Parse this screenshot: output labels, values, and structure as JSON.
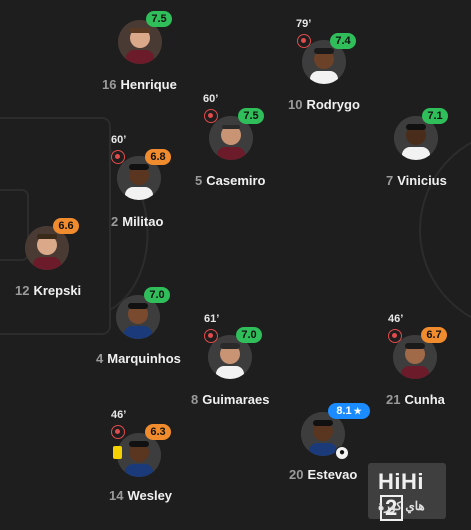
{
  "players": [
    {
      "number": "16",
      "name": "Henrique",
      "rating": "7.5",
      "rating_color": "green"
    },
    {
      "number": "10",
      "name": "Rodrygo",
      "rating": "7.4",
      "rating_color": "green",
      "sub_minute": "79’"
    },
    {
      "number": "5",
      "name": "Casemiro",
      "rating": "7.5",
      "rating_color": "green",
      "sub_minute": "60’"
    },
    {
      "number": "7",
      "name": "Vinicius",
      "rating": "7.1",
      "rating_color": "green"
    },
    {
      "number": "2",
      "name": "Militao",
      "rating": "6.8",
      "rating_color": "orange",
      "sub_minute": "60’"
    },
    {
      "number": "12",
      "name": "Krepski",
      "rating": "6.6",
      "rating_color": "orange"
    },
    {
      "number": "4",
      "name": "Marquinhos",
      "rating": "7.0",
      "rating_color": "green"
    },
    {
      "number": "8",
      "name": "Guimaraes",
      "rating": "7.0",
      "rating_color": "green",
      "sub_minute": "61’"
    },
    {
      "number": "21",
      "name": "Cunha",
      "rating": "6.7",
      "rating_color": "orange",
      "sub_minute": "46’"
    },
    {
      "number": "14",
      "name": "Wesley",
      "rating": "6.3",
      "rating_color": "orange",
      "sub_minute": "46’",
      "yellow_card": true
    },
    {
      "number": "20",
      "name": "Estevao",
      "rating": "8.1",
      "rating_color": "blue",
      "star": "★",
      "goal_icon": "soccer-ball-icon"
    }
  ],
  "colors": {
    "green": "#2fbe5a",
    "orange": "#f08c2e",
    "blue": "#1a8cff",
    "sub_red": "#e24b4b",
    "yellow_card": "#f5d000",
    "background": "#1e1e1e"
  },
  "watermark": {
    "title": "HiHi",
    "title_box": "2",
    "subtitle": "هاي كورة"
  }
}
